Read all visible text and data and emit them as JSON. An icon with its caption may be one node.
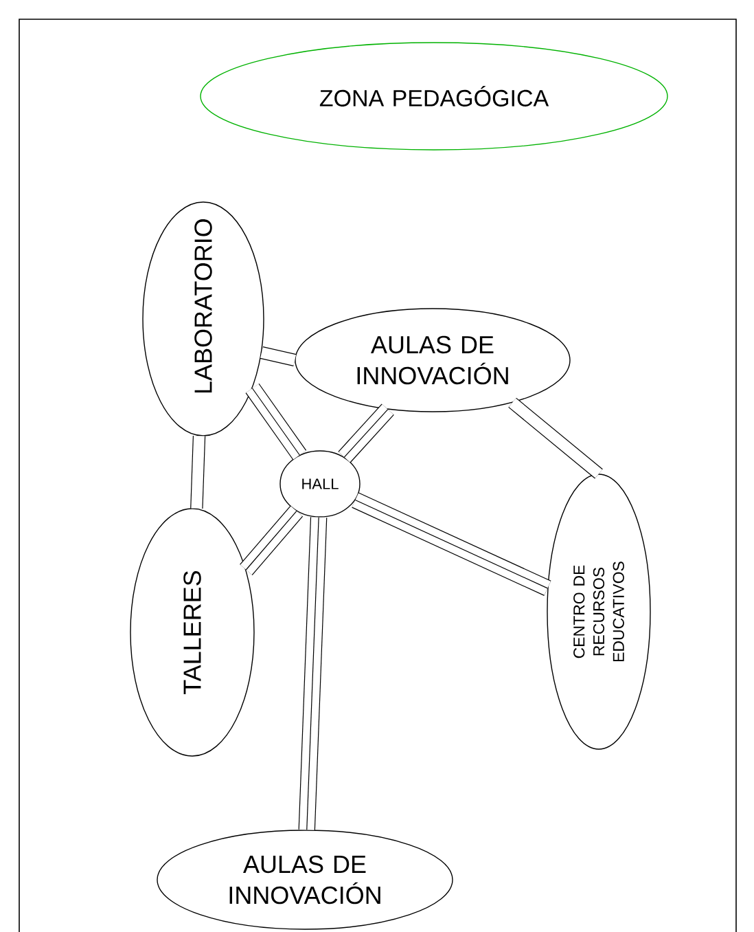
{
  "diagram": {
    "nodes": [
      {
        "text": [
          "ZONA PEDAGÓGICA"
        ]
      },
      {
        "text": [
          "LABORATORIO"
        ]
      },
      {
        "text": [
          "AULAS DE INNOVACIÓN"
        ]
      },
      {
        "text": [
          "HALL"
        ]
      },
      {
        "text": [
          "TALLERES"
        ]
      },
      {
        "text": [
          "CENTRO DE RECURSOS EDUCATIVOS"
        ]
      },
      {
        "text": [
          "AULAS DE INNOVACIÓN"
        ]
      }
    ],
    "edges": [
      {
        "from": 1,
        "to": 2,
        "arrow": "none"
      },
      {
        "from": 1,
        "to": 4,
        "arrow": "none"
      },
      {
        "from": 1,
        "to": 3,
        "arrow": "none"
      },
      {
        "from": 2,
        "to": 3,
        "arrow": "none"
      },
      {
        "from": 2,
        "to": 5,
        "arrow": "none"
      },
      {
        "from": 4,
        "to": 3,
        "arrow": "none"
      },
      {
        "from": 3,
        "to": 5,
        "arrow": "none"
      },
      {
        "from": 3,
        "to": 6,
        "arrow": "none"
      }
    ]
  }
}
